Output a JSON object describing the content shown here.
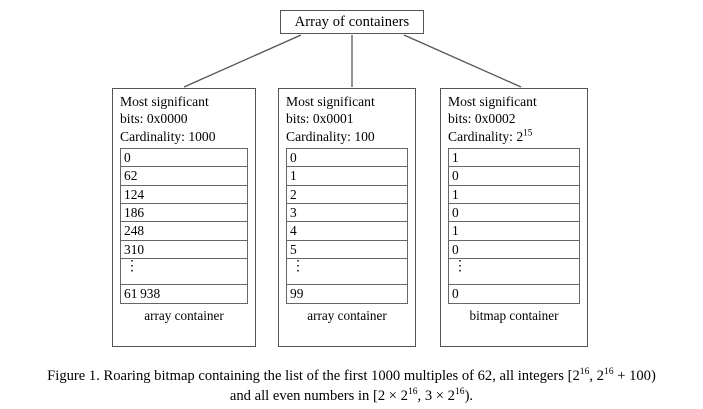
{
  "figure": {
    "root_label": "Array of containers",
    "caption_line1": "Figure 1. Roaring bitmap containing the list of the first 1000 multiples of 62, all integers [2",
    "caption_line1_sup1": "16",
    "caption_line1_mid": ", 2",
    "caption_line1_sup2": "16",
    "caption_line1_tail": " + 100)",
    "caption_line2_head": "and all even numbers in [2 × 2",
    "caption_line2_sup1": "16",
    "caption_line2_mid": ", 3 × 2",
    "caption_line2_sup2": "16",
    "caption_line2_tail": ")."
  },
  "containers": [
    {
      "header_line1": "Most significant",
      "header_line2": "bits: 0x0000",
      "header_line3": "Cardinality: 1000",
      "cardinality_sup": "",
      "cells": [
        "0",
        "62",
        "124",
        "186",
        "248",
        "310"
      ],
      "ellipsis": "⋮",
      "last_cell": "61 938",
      "footer": "array container"
    },
    {
      "header_line1": "Most significant",
      "header_line2": "bits: 0x0001",
      "header_line3": "Cardinality: 100",
      "cardinality_sup": "",
      "cells": [
        "0",
        "1",
        "2",
        "3",
        "4",
        "5"
      ],
      "ellipsis": "⋮",
      "last_cell": "99",
      "footer": "array container"
    },
    {
      "header_line1": "Most significant",
      "header_line2": "bits: 0x0002",
      "header_line3": "Cardinality: 2",
      "cardinality_sup": "15",
      "cells": [
        "1",
        "0",
        "1",
        "0",
        "1",
        "0"
      ],
      "ellipsis": "⋮",
      "last_cell": "0",
      "footer": "bitmap container"
    }
  ],
  "colors": {
    "background": "#ffffff",
    "ink": "#000000",
    "box_border": "#555555",
    "cell_border": "#666666"
  }
}
